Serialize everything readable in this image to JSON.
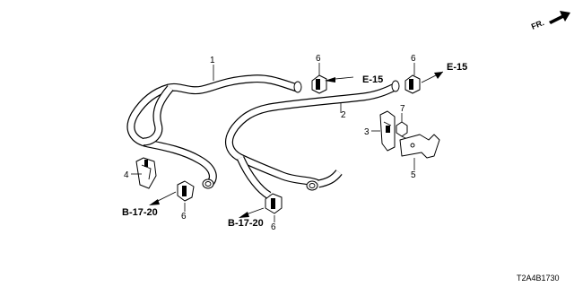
{
  "direction_label": "FR.",
  "callouts": {
    "hose_1": "1",
    "hose_2": "2",
    "clip_3": "3",
    "clip_4": "4",
    "bracket_5": "5",
    "clamp_6_a": "6",
    "clamp_6_b": "6",
    "clamp_6_c": "6",
    "clamp_6_d": "6",
    "bolt_7": "7"
  },
  "references": {
    "e15_left": "E-15",
    "e15_right": "E-15",
    "b1720_left": "B-17-20",
    "b1720_right": "B-17-20"
  },
  "diagram_code": "T2A4B1730"
}
